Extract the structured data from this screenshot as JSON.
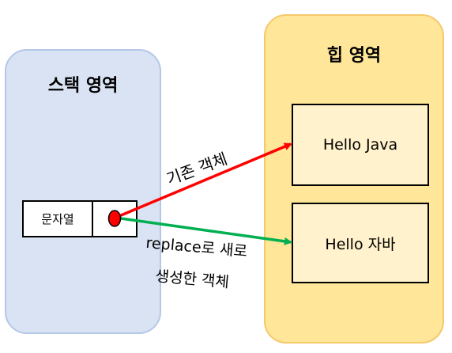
{
  "stack": {
    "title": "스택 영역",
    "variable_name": "문자열"
  },
  "heap": {
    "title": "힙 영역",
    "objects": [
      "Hello Java",
      "Hello 자바"
    ]
  },
  "arrows": {
    "original_label": "기존 객체",
    "replace_label_line1": "replace로 새로",
    "replace_label_line2": "생성한 객체",
    "colors": {
      "original": "#ff0000",
      "replace": "#00b050",
      "pointer_dot": "#ff0000"
    }
  }
}
